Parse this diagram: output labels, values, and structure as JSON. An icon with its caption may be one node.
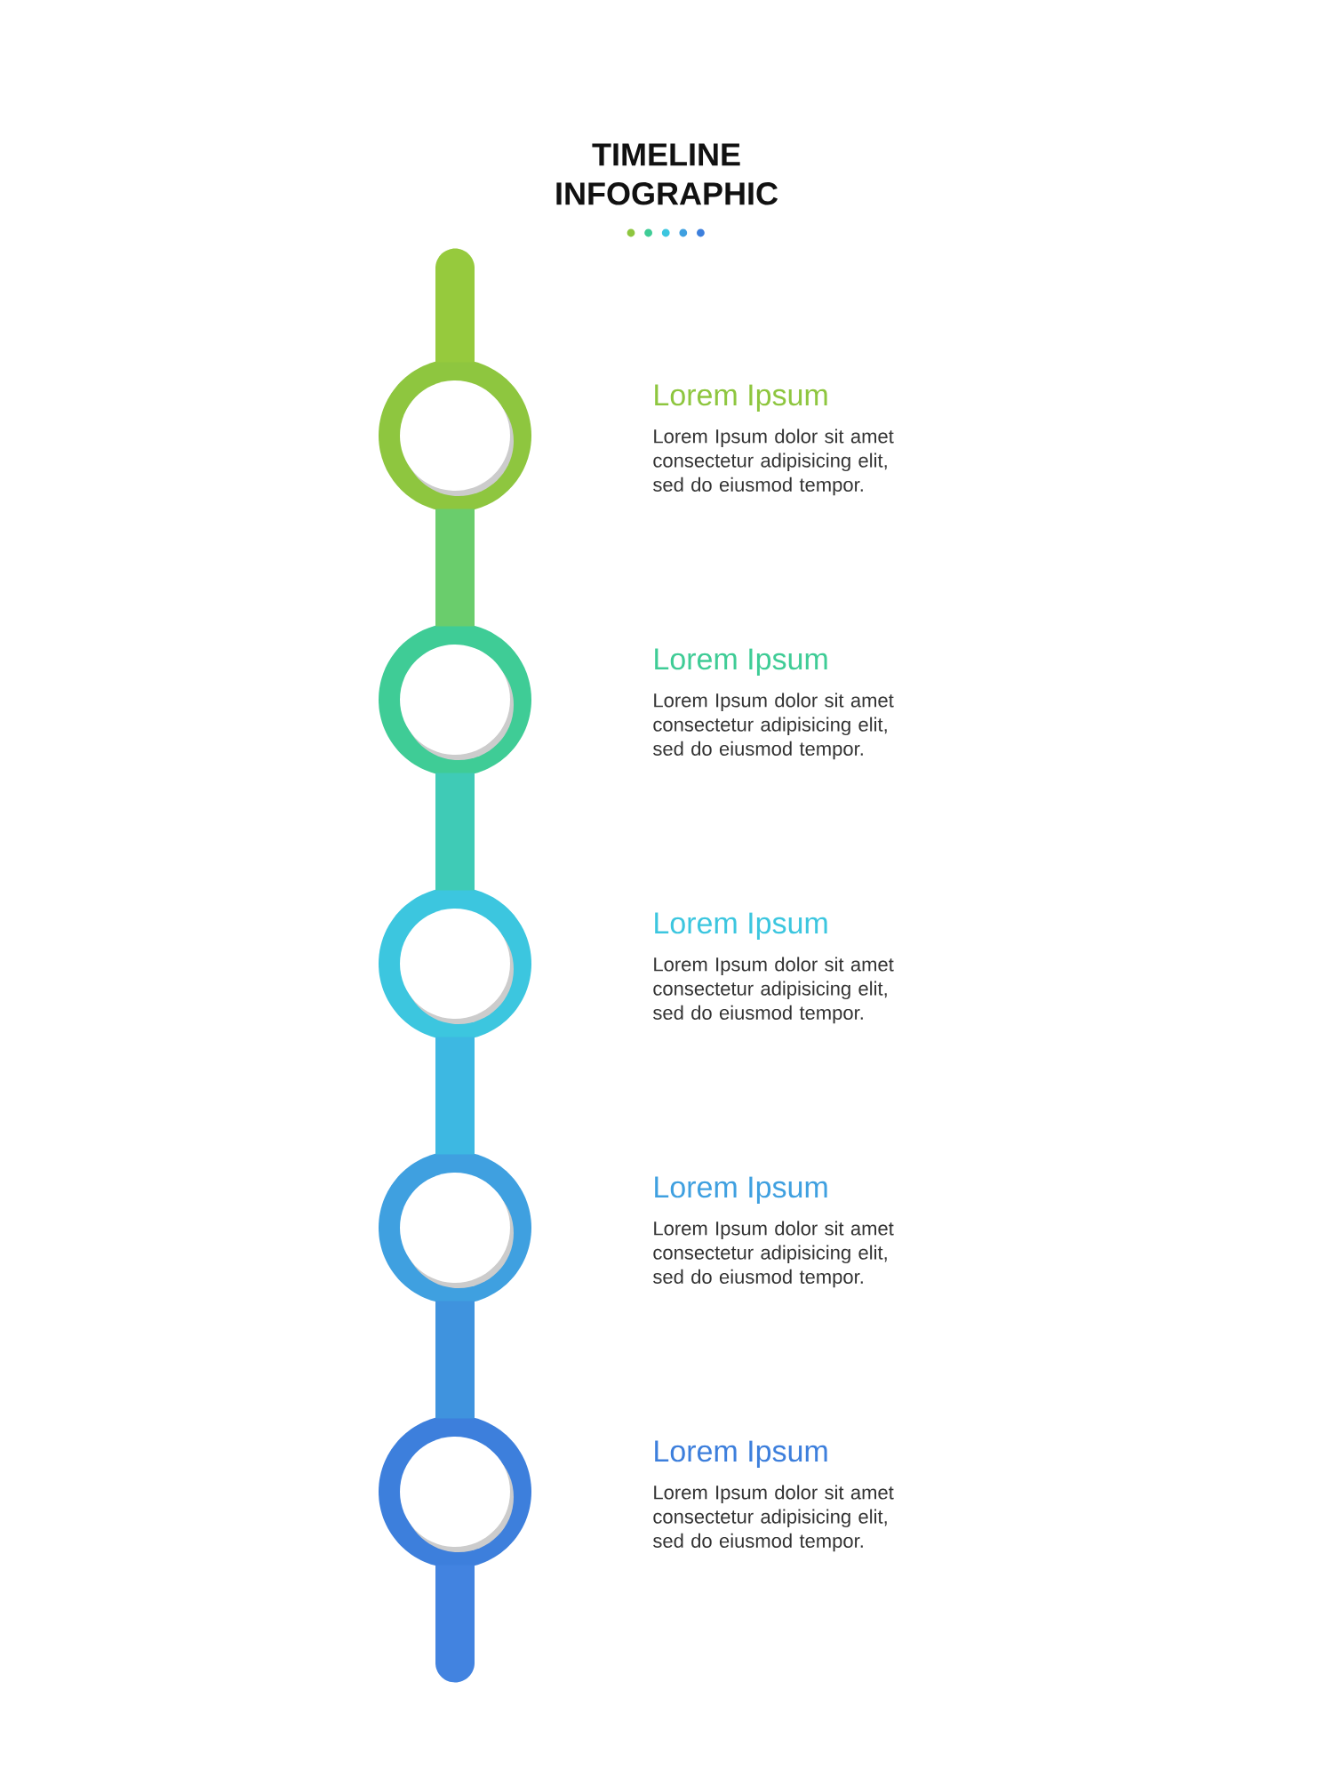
{
  "diagram": {
    "title": "TIMELINE INFOGRAPHIC",
    "nodes": [
      {
        "text": [],
        "shape": "circle",
        "beside": [
          "Lorem Ipsum",
          "Lorem Ipsum dolor sit amet consectetur adipisicing elit, sed do eiusmod tempor."
        ]
      },
      {
        "text": [],
        "shape": "circle",
        "beside": [
          "Lorem Ipsum",
          "Lorem Ipsum dolor sit amet consectetur adipisicing elit, sed do eiusmod tempor."
        ]
      },
      {
        "text": [],
        "shape": "circle",
        "beside": [
          "Lorem Ipsum",
          "Lorem Ipsum dolor sit amet consectetur adipisicing elit, sed do eiusmod tempor."
        ]
      },
      {
        "text": [],
        "shape": "circle",
        "beside": [
          "Lorem Ipsum",
          "Lorem Ipsum dolor sit amet consectetur adipisicing elit, sed do eiusmod tempor."
        ]
      },
      {
        "text": [],
        "shape": "circle",
        "beside": [
          "Lorem Ipsum",
          "Lorem Ipsum dolor sit amet consectetur adipisicing elit, sed do eiusmod tempor."
        ]
      }
    ],
    "edges": [
      {
        "from": null,
        "to": 0,
        "arrow": "none",
        "color": "#96ca3d"
      },
      {
        "from": 0,
        "to": 1,
        "arrow": "none",
        "color": "#6acd6c"
      },
      {
        "from": 1,
        "to": 2,
        "arrow": "none",
        "color": "#3fcbb6"
      },
      {
        "from": 2,
        "to": 3,
        "arrow": "none",
        "color": "#3db8e2"
      },
      {
        "from": 3,
        "to": 4,
        "arrow": "none",
        "color": "#3f93de"
      },
      {
        "from": 4,
        "to": null,
        "arrow": "none",
        "color": "#4283e0"
      }
    ]
  }
}
